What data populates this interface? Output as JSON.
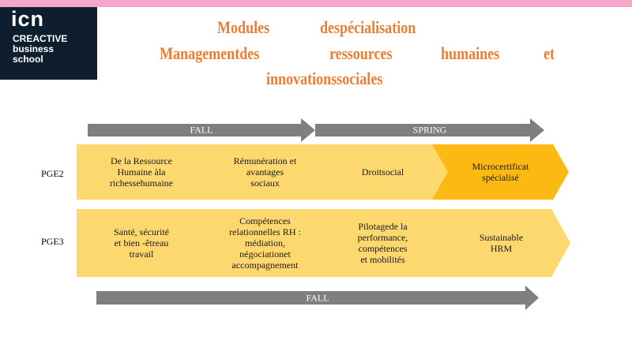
{
  "logo": {
    "mark": "icn",
    "line1": "CREACTIVE",
    "line2": "business",
    "line3": "school"
  },
  "title": {
    "line1": [
      "Modules",
      "despécialisation"
    ],
    "line2": [
      "Managementdes",
      "ressources",
      "humaines",
      "et"
    ],
    "line3": "innovationssociales"
  },
  "timeline": {
    "top": [
      "FALL",
      "SPRING"
    ],
    "bottom": "FALL"
  },
  "rows": [
    {
      "label": "PGE2",
      "items": [
        {
          "lines": [
            "De la Ressource",
            "Humaine àla",
            "richessehumaine"
          ],
          "highlight": false
        },
        {
          "lines": [
            "Rémunération et",
            "avantages",
            "sociaux"
          ],
          "highlight": false
        },
        {
          "lines": [
            "Droitsocial"
          ],
          "highlight": false
        },
        {
          "lines": [
            "Microcertificat",
            "spécialisé"
          ],
          "highlight": true
        }
      ]
    },
    {
      "label": "PGE3",
      "items": [
        {
          "lines": [
            "Santé, sécurité",
            "et bien -êtreau",
            "travail"
          ],
          "highlight": false
        },
        {
          "lines": [
            "Compétences",
            "relationnelles RH :",
            "médiation,",
            "négociationet",
            "accompagnement"
          ],
          "highlight": false
        },
        {
          "lines": [
            "Pilotagede la",
            "performance,",
            "compétences",
            "et mobilités"
          ],
          "highlight": false
        },
        {
          "lines": [
            "Sustainable",
            "HRM"
          ],
          "highlight": false
        }
      ]
    }
  ],
  "colors": {
    "accent": "#ee7d32",
    "chevron": "#fcd86f",
    "chevron_highlight": "#fbb912",
    "arrow": "#7f7f7f",
    "top_bar": "#f4a7c9",
    "logo_bg": "#0f1e2e"
  }
}
